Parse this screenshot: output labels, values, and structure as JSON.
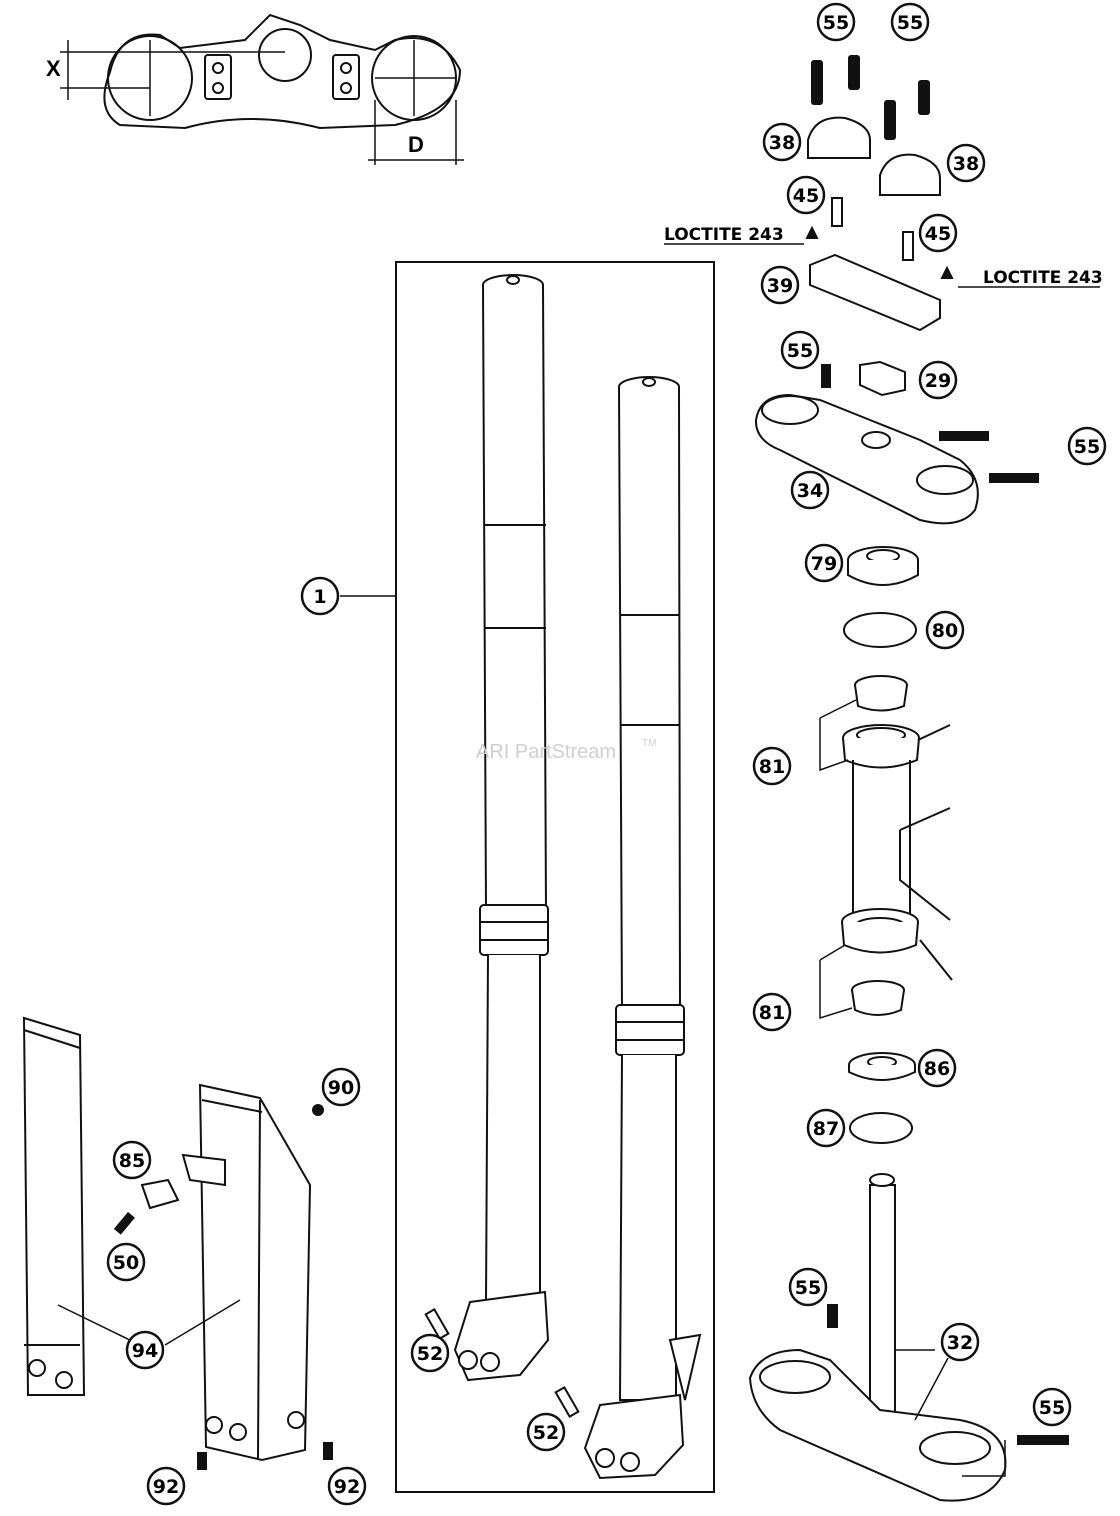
{
  "watermark": "ARI PartStream",
  "watermark_tm": "TM",
  "dimensions": {
    "x_label": "X",
    "d_label": "D"
  },
  "annotations": {
    "loctite_left": "LOCTITE 243",
    "loctite_right": "LOCTITE 243"
  },
  "callouts": [
    {
      "label": "55"
    },
    {
      "label": "55"
    },
    {
      "label": "38"
    },
    {
      "label": "38"
    },
    {
      "label": "45"
    },
    {
      "label": "45"
    },
    {
      "label": "39"
    },
    {
      "label": "55"
    },
    {
      "label": "29"
    },
    {
      "label": "55"
    },
    {
      "label": "34"
    },
    {
      "label": "79"
    },
    {
      "label": "80"
    },
    {
      "label": "81"
    },
    {
      "label": "81"
    },
    {
      "label": "86"
    },
    {
      "label": "87"
    },
    {
      "label": "32"
    },
    {
      "label": "55"
    },
    {
      "label": "55"
    },
    {
      "label": "1"
    },
    {
      "label": "52"
    },
    {
      "label": "52"
    },
    {
      "label": "90"
    },
    {
      "label": "85"
    },
    {
      "label": "50"
    },
    {
      "label": "94"
    },
    {
      "label": "92"
    },
    {
      "label": "92"
    }
  ],
  "colors": {
    "line": "#111111",
    "callout_fill": "#ffffff",
    "watermark": "#cfcfcf"
  }
}
